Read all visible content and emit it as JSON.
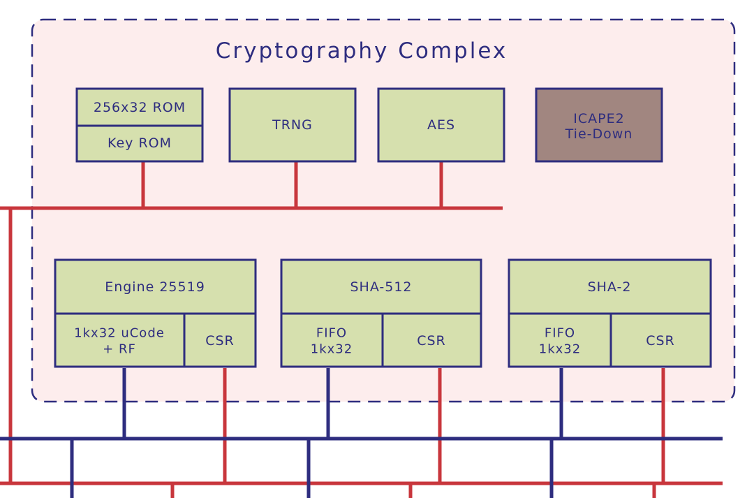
{
  "title": "Cryptography Complex",
  "blocks": {
    "rom_top": "256x32 ROM",
    "rom_bottom": "Key ROM",
    "trng": "TRNG",
    "aes": "AES",
    "icape_line1": "ICAPE2",
    "icape_line2": "Tie-Down",
    "engine_header": "Engine 25519",
    "engine_ucode_line1": "1kx32 uCode",
    "engine_ucode_line2": "+ RF",
    "engine_csr": "CSR",
    "sha512_header": "SHA-512",
    "sha512_fifo_line1": "FIFO",
    "sha512_fifo_line2": "1kx32",
    "sha512_csr": "CSR",
    "sha2_header": "SHA-2",
    "sha2_fifo_line1": "FIFO",
    "sha2_fifo_line2": "1kx32",
    "sha2_csr": "CSR"
  },
  "colors": {
    "complex_fill": "#fdeded",
    "border": "#2e2d7f",
    "block_fill": "#d6e0ae",
    "icape_fill": "#a18680",
    "red_bus": "#c8363c",
    "blue_bus": "#2e2d7f"
  }
}
